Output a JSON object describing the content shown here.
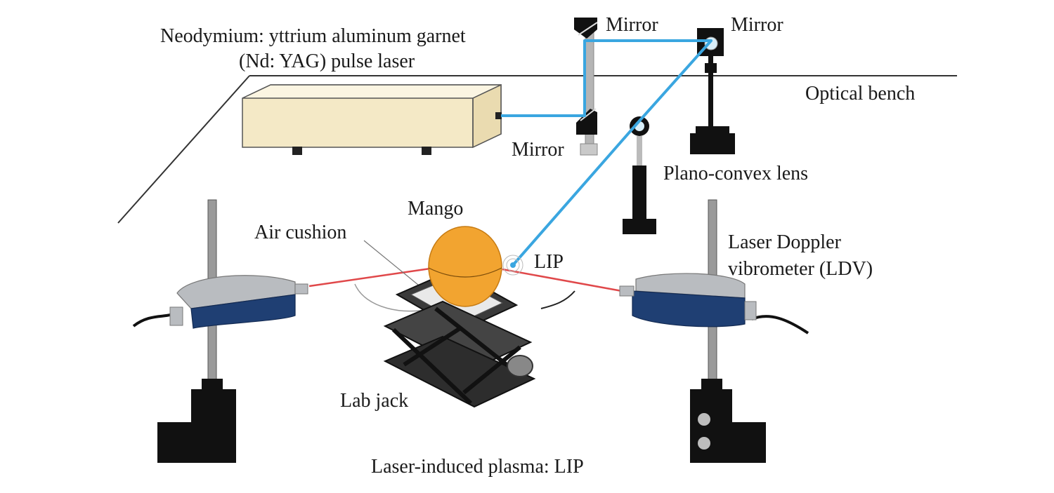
{
  "labels": {
    "laser_line1": "Neodymium: yttrium aluminum garnet",
    "laser_line2": "(Nd: YAG) pulse laser",
    "mirror_top": "Mirror",
    "mirror_right": "Mirror",
    "mirror_bottom": "Mirror",
    "optical_bench": "Optical bench",
    "lens": "Plano-convex lens",
    "mango": "Mango",
    "air_cushion": "Air cushion",
    "lip": "LIP",
    "ldv_line1": "Laser Doppler",
    "ldv_line2": "vibrometer (LDV)",
    "lab_jack": "Lab jack",
    "caption": "Laser-induced plasma: LIP"
  },
  "colors": {
    "laser_beam": "#3aa6e0",
    "ldv_beam": "#e0484a",
    "laser_body": "#fbf3d6",
    "mango": "#f2a430",
    "ldv_body": "#1f3f73",
    "ldv_cap": "#b9bcc0",
    "stand": "#151515"
  }
}
